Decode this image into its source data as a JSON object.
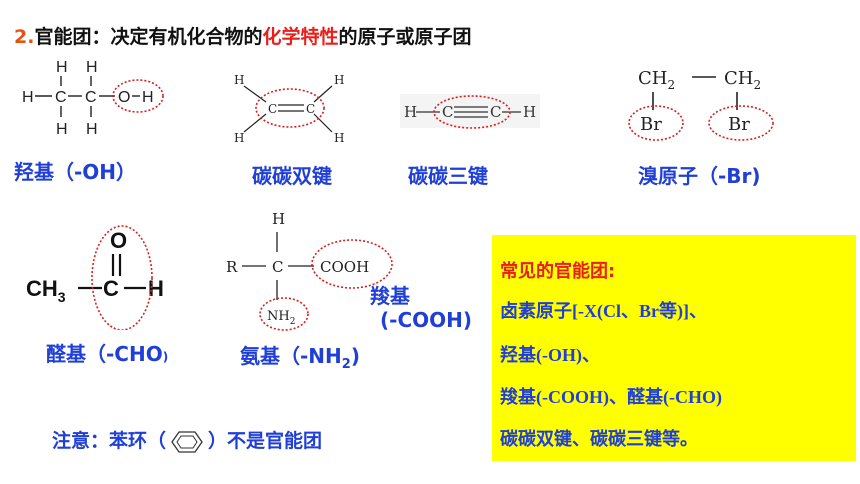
{
  "title": {
    "number": "2.",
    "term": "官能团：",
    "text_before": "决定有机化合物的",
    "highlight": "化学特性",
    "text_after": "的原子或原子团"
  },
  "structures": {
    "hydroxyl": {
      "label": "羟基（-OH）",
      "atoms": {
        "H": "H",
        "C": "C",
        "O": "O"
      }
    },
    "double_bond": {
      "label": "碳碳双键",
      "atoms": {
        "H": "H",
        "C": "C"
      }
    },
    "triple_bond": {
      "label": "碳碳三键",
      "atoms": {
        "H": "H",
        "C": "C"
      }
    },
    "bromine": {
      "label": "溴原子（-Br)",
      "ch2": "CH",
      "two": "2",
      "br": "Br"
    },
    "aldehyde": {
      "label": "醛基（-CHO",
      "paren_close": ")",
      "formula_ch": "CH",
      "three": "3",
      "c": "C",
      "h": "H",
      "o": "O"
    },
    "amino_acid": {
      "amino_label_pre": "氨基（-NH",
      "amino_label_sub": "2",
      "amino_label_post": ")",
      "carboxyl_label_1": "羧基",
      "carboxyl_label_2": "(-COOH)",
      "atoms": {
        "H": "H",
        "R": "R",
        "C": "C",
        "COOH": "COOH",
        "NH": "NH",
        "two": "2"
      }
    }
  },
  "common_box": {
    "heading": "常见的官能团:",
    "line1_pre": "卤素原子",
    "line1_formula": "[-X(Cl、Br等)]、",
    "line2_pre": "羟基",
    "line2_formula": "(-OH)、",
    "line3_a": "羧基",
    "line3_b": "(-COOH)、醛基",
    "line3_c": "(-CHO)",
    "line4": "碳碳双键、碳碳三键等。"
  },
  "note": {
    "pre": "注意：苯环（",
    "post": "）不是官能团"
  },
  "colors": {
    "blue": "#1f3fd6",
    "red": "#e8201c",
    "orange": "#e8520e",
    "yellow": "#ffff00"
  }
}
